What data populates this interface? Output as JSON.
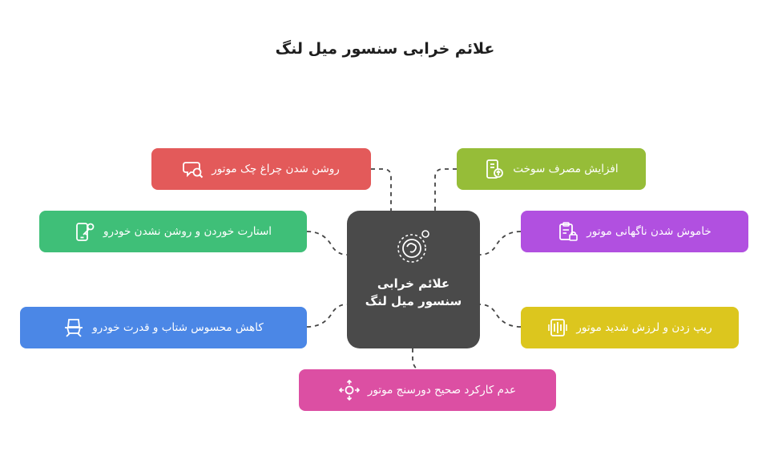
{
  "title": "علائم خرابی سنسور میل لنگ",
  "center": {
    "label": "علائم خرابی سنسور میل لنگ",
    "icon": "brain-gear-icon",
    "color": "#4a4a4a"
  },
  "symptoms": [
    {
      "label": "روشن شدن چراغ چک موتور",
      "icon": "speech-search-icon",
      "color": "#e35a5a"
    },
    {
      "label": "استارت خوردن و روشن نشدن خودرو",
      "icon": "phone-key-icon",
      "color": "#3fbf78"
    },
    {
      "label": "کاهش محسوس شتاب و قدرت خودرو",
      "icon": "car-seat-icon",
      "color": "#4b87e6"
    },
    {
      "label": "افزایش مصرف سوخت",
      "icon": "fuel-meter-icon",
      "color": "#96bd38"
    },
    {
      "label": "خاموش شدن ناگهانی موتور",
      "icon": "clipboard-lock-icon",
      "color": "#b150e0"
    },
    {
      "label": "ریپ زدن و لرزش شدید موتور",
      "icon": "vibration-icon",
      "color": "#dcc61e"
    },
    {
      "label": "عدم کارکرد صحیح دورسنج موتور",
      "icon": "move-arrows-icon",
      "color": "#dc4fa3"
    }
  ]
}
